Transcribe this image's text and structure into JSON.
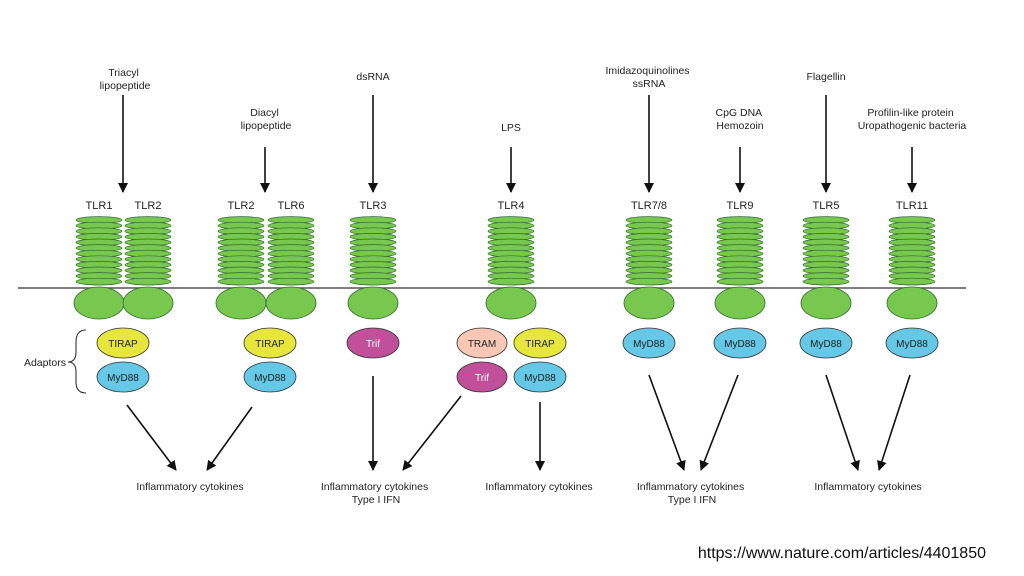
{
  "ligands": {
    "triacyl": [
      "Triacyl",
      "lipopeptide"
    ],
    "diacyl": [
      "Diacyl",
      "lipopeptide"
    ],
    "dsrna": [
      "dsRNA"
    ],
    "lps": [
      "LPS"
    ],
    "imidazo": [
      "Imidazoquinolines",
      "ssRNA"
    ],
    "cpg": [
      "CpG DNA",
      "Hemozoin"
    ],
    "flagellin": [
      "Flagellin"
    ],
    "profilin": [
      "Profilin-like protein",
      "Uropathogenic bacteria"
    ]
  },
  "receptors": {
    "tlr1": "TLR1",
    "tlr2a": "TLR2",
    "tlr2b": "TLR2",
    "tlr6": "TLR6",
    "tlr3": "TLR3",
    "tlr4": "TLR4",
    "tlr78": "TLR7/8",
    "tlr9": "TLR9",
    "tlr5": "TLR5",
    "tlr11": "TLR11"
  },
  "adapters_label": "Adaptors",
  "adapters": {
    "tirap": "TIRAP",
    "myd88": "MyD88",
    "trif": "Trif",
    "tram": "TRAM"
  },
  "outcomes": {
    "o1": [
      "Inflammatory cytokines"
    ],
    "o2": [
      "Inflammatory cytokines",
      "Type I IFN"
    ],
    "o3": [
      "Inflammatory cytokines"
    ],
    "o4": [
      "Inflammatory cytokines",
      "Type I IFN"
    ],
    "o5": [
      "Inflammatory cytokines"
    ]
  },
  "source_url": "https://www.nature.com/articles/4401850",
  "colors": {
    "receptor_green": "#78c850",
    "tirap_yellow": "#e6e63c",
    "myd88_cyan": "#64c8e6",
    "trif_magenta": "#c0509a",
    "tram_pink": "#f8c8b4",
    "membrane": "#555555"
  }
}
